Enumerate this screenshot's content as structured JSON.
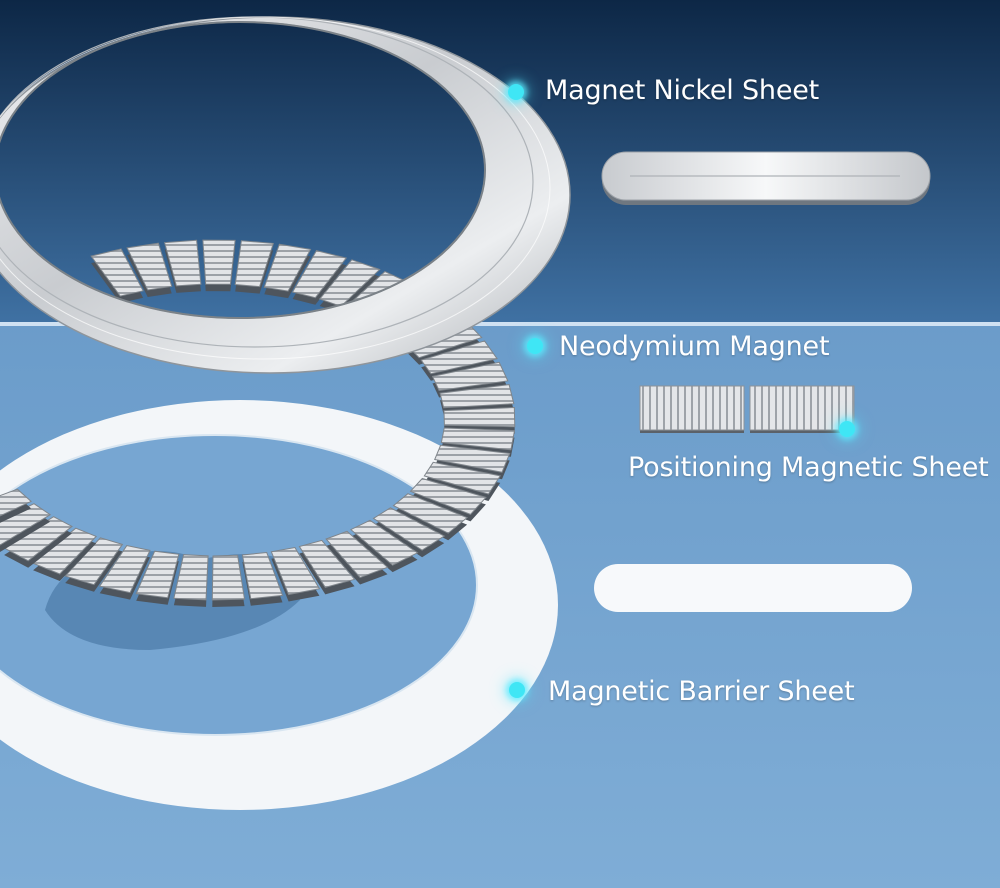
{
  "colors": {
    "bg_top": "#0e2a4d",
    "bg_mid": "#3a6a9c",
    "bg_bottom": "#7aa8d2",
    "callout_dot": "#3fe6f5",
    "metal": "#d7d9dc",
    "barrier": "#f4f6f8"
  },
  "labels": {
    "nickel": "Magnet Nickel Sheet",
    "neodymium": "Neodymium Magnet",
    "positioning": "Positioning Magnetic Sheet",
    "barrier": "Magnetic Barrier Sheet"
  },
  "icons": [
    "callout-dot-icon"
  ]
}
